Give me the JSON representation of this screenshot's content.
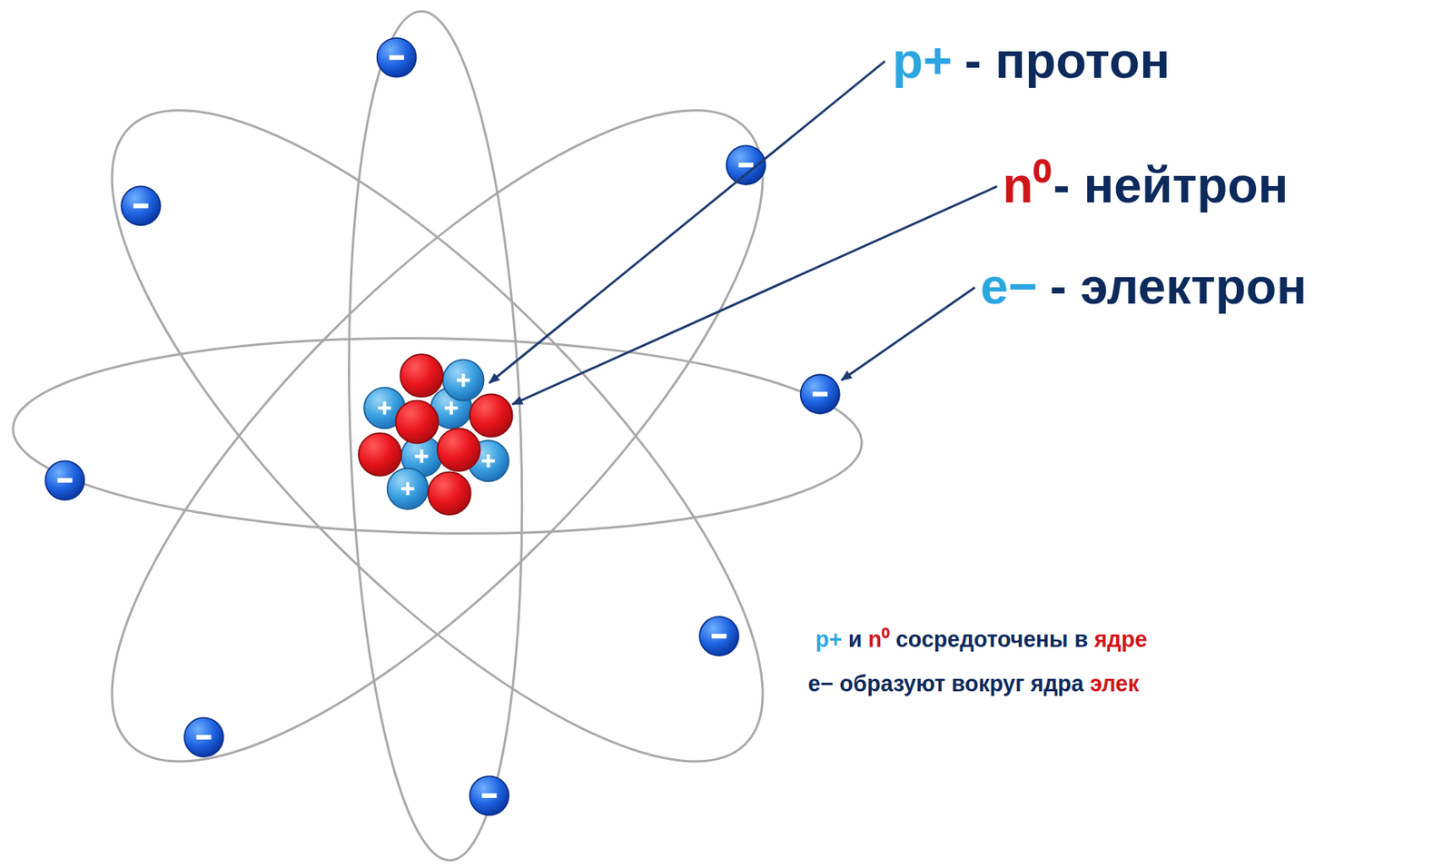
{
  "diagram": {
    "labels": [
      "p+",
      "- протон",
      "n⁰",
      "- нейтрон",
      "e−",
      "- электрон",
      "p+",
      "и",
      "n⁰",
      "сосредоточены в",
      "ядре",
      "e−",
      "образуют вокруг ядра",
      "элек"
    ]
  }
}
